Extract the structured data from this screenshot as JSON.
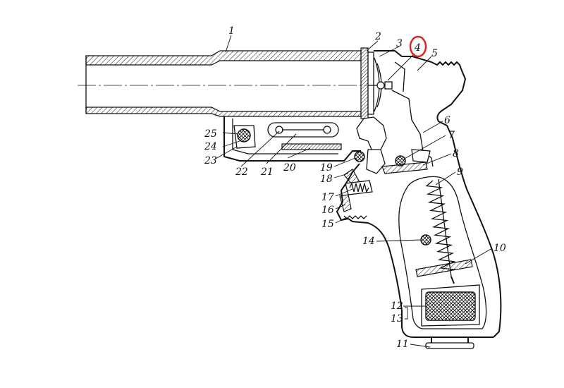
{
  "diagram": {
    "labels": [
      {
        "id": "1",
        "text": "1"
      },
      {
        "id": "2",
        "text": "2"
      },
      {
        "id": "3",
        "text": "3"
      },
      {
        "id": "4",
        "text": "4",
        "highlighted": true,
        "highlight_color": "#e0201b"
      },
      {
        "id": "5",
        "text": "5"
      },
      {
        "id": "6",
        "text": "6"
      },
      {
        "id": "7",
        "text": "7"
      },
      {
        "id": "8",
        "text": "8"
      },
      {
        "id": "9",
        "text": "9"
      },
      {
        "id": "10",
        "text": "10"
      },
      {
        "id": "11",
        "text": "11"
      },
      {
        "id": "12",
        "text": "12"
      },
      {
        "id": "13",
        "text": "13"
      },
      {
        "id": "14",
        "text": "14"
      },
      {
        "id": "15",
        "text": "15"
      },
      {
        "id": "16",
        "text": "16"
      },
      {
        "id": "17",
        "text": "17"
      },
      {
        "id": "18",
        "text": "18"
      },
      {
        "id": "19",
        "text": "19"
      },
      {
        "id": "20",
        "text": "20"
      },
      {
        "id": "21",
        "text": "21"
      },
      {
        "id": "22",
        "text": "22"
      },
      {
        "id": "23",
        "text": "23"
      },
      {
        "id": "24",
        "text": "24"
      },
      {
        "id": "25",
        "text": "25"
      }
    ]
  }
}
